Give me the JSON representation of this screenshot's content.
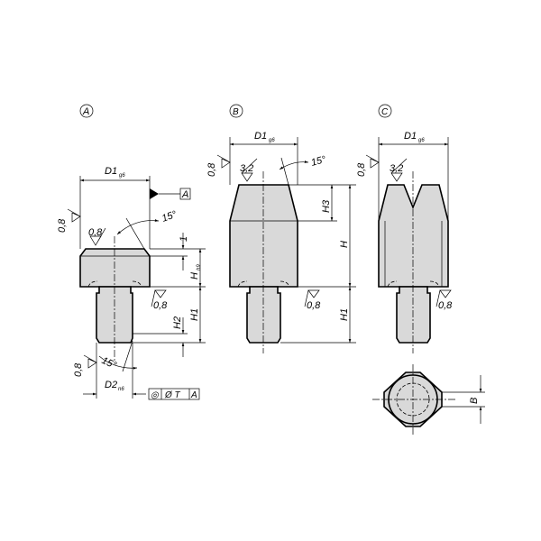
{
  "views": {
    "a": {
      "label": "A",
      "d1": "D1",
      "d1_tol": "g6",
      "datum": "A",
      "roughness_side": "0,8",
      "roughness_top": "0,8",
      "roughness_shoulder": "0,8",
      "roughness_shank": "0,8",
      "angle_top": "15°",
      "angle_bottom": "15°",
      "dim_chamfer": "1",
      "h": "H",
      "h_tol": "h9",
      "h1": "H1",
      "h2": "H2",
      "d2": "D2",
      "d2_tol": "n6",
      "tolerance_frame": [
        "◎",
        "Ø T",
        "A"
      ]
    },
    "b": {
      "label": "B",
      "d1": "D1",
      "d1_tol": "g6",
      "roughness_side": "0,8",
      "roughness_top": "3,2",
      "roughness_shoulder": "0,8",
      "angle": "15°",
      "h3": "H3",
      "h": "H",
      "h1": "H1"
    },
    "c": {
      "label": "C",
      "d1": "D1",
      "d1_tol": "g6",
      "roughness_side": "0,8",
      "roughness_top": "3,2",
      "roughness_shoulder": "0,8",
      "b": "B"
    }
  },
  "colors": {
    "fill": "#d9d9d9",
    "line": "#000000"
  }
}
